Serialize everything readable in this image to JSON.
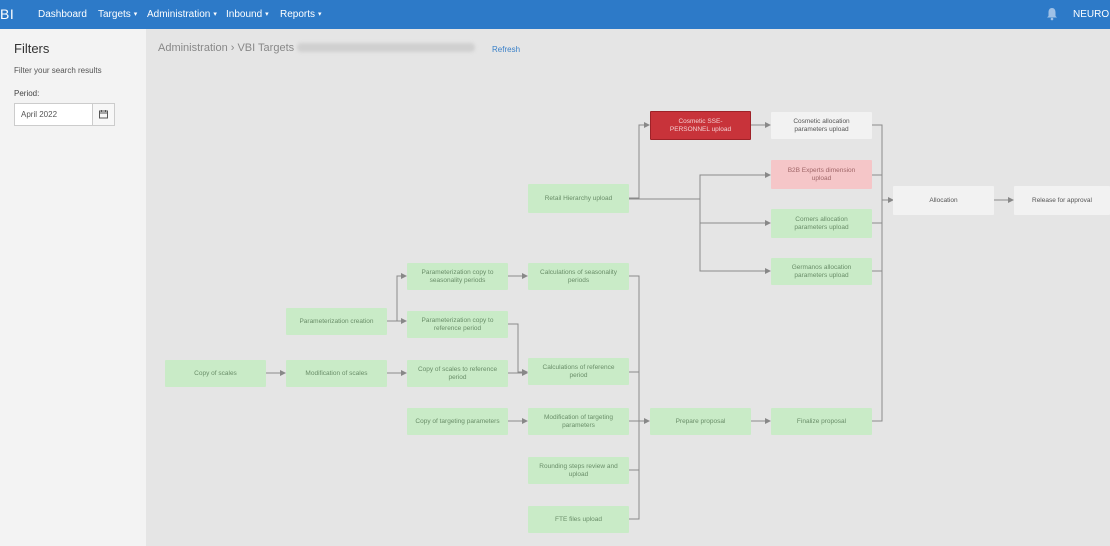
{
  "navbar": {
    "brand": "BI",
    "items": [
      {
        "label": "Dashboard",
        "caret": ""
      },
      {
        "label": "Targets",
        "caret": "▾"
      },
      {
        "label": "Administration",
        "caret": "▾"
      },
      {
        "label": "Inbound",
        "caret": "▾"
      },
      {
        "label": "Reports",
        "caret": "▾"
      }
    ],
    "user": "NEUROIST"
  },
  "sidebar": {
    "title": "Filters",
    "subtitle": "Filter your search results",
    "period_label": "Period:",
    "period_value": "April 2022"
  },
  "breadcrumb": {
    "text": "Administration › VBI Targets",
    "refresh": "Refresh"
  },
  "flow": {
    "copy_of_scales": "Copy of scales",
    "modification_of_scales": "Modification of scales",
    "parameterization_creation": "Parameterization creation",
    "param_copy_seasonality": "Parameterization copy to seasonality periods",
    "param_copy_reference": "Parameterization copy to reference period",
    "copy_scales_reference": "Copy of scales to reference period",
    "copy_targeting": "Copy of targeting parameters",
    "calc_seasonality": "Calculations of seasonality periods",
    "calc_reference": "Calculations of reference period",
    "mod_targeting": "Modification of targeting parameters",
    "rounding_steps": "Rounding steps review and upload",
    "fte_files": "FTE files upload",
    "retail_hierarchy": "Retail Hierarchy upload",
    "cosmetic_upload": "Cosmetic SSE-PERSONNEL upload",
    "cosmetic_alloc": "Cosmetic allocation parameters upload",
    "b2b_experts": "B2B Experts dimension upload",
    "corners_alloc": "Corners allocation parameters upload",
    "germanos_alloc": "Germanos allocation parameters upload",
    "prepare_proposal": "Prepare proposal",
    "finalize_proposal": "Finalize proposal",
    "allocation": "Allocation",
    "release": "Release for approval"
  }
}
